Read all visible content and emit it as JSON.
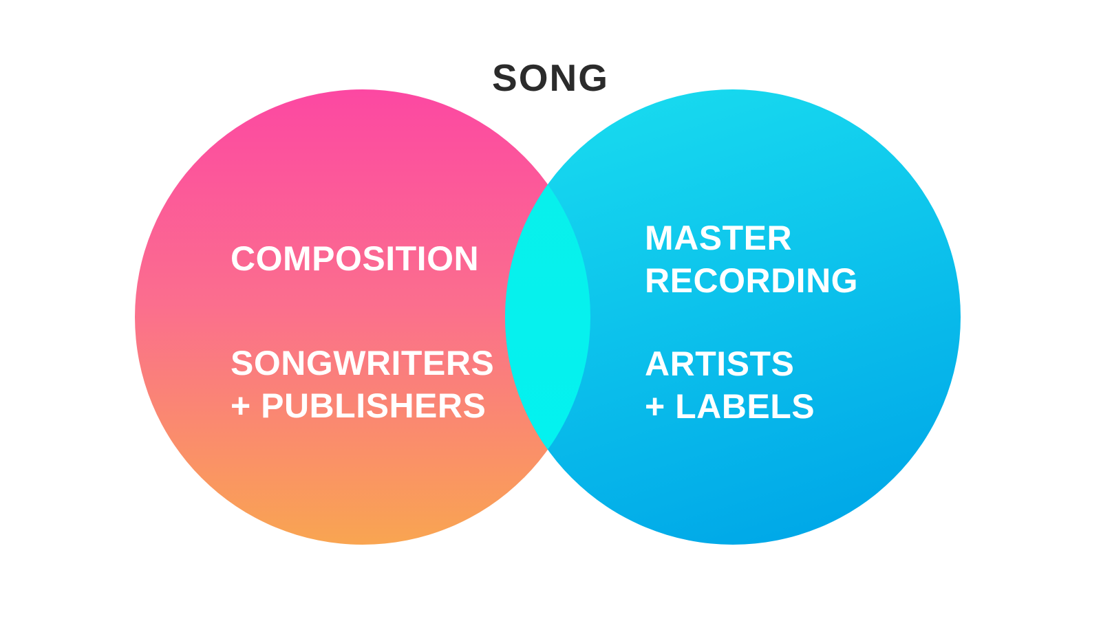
{
  "title": "SONG",
  "venn": {
    "left_circle": {
      "region_label": "COMPOSITION",
      "owners_line1": "SONGWRITERS",
      "owners_line2": "+ PUBLISHERS"
    },
    "right_circle": {
      "region_label_line1": "MASTER",
      "region_label_line2": "RECORDING",
      "owners_line1": "ARTISTS",
      "owners_line2": "+ LABELS"
    }
  },
  "colors": {
    "background": "#FFFFFF",
    "title_text": "#2B2B2B",
    "label_text": "#FFFFFF",
    "left_circle_top": "#FC48A2",
    "left_circle_mid": "#FB6E8E",
    "left_circle_bottom": "#F9A551",
    "right_circle_top": "#18DAEF",
    "right_circle_bottom": "#00A8E8",
    "overlap_top": "#0AF0EA",
    "overlap_bottom": "#02F2F1"
  }
}
